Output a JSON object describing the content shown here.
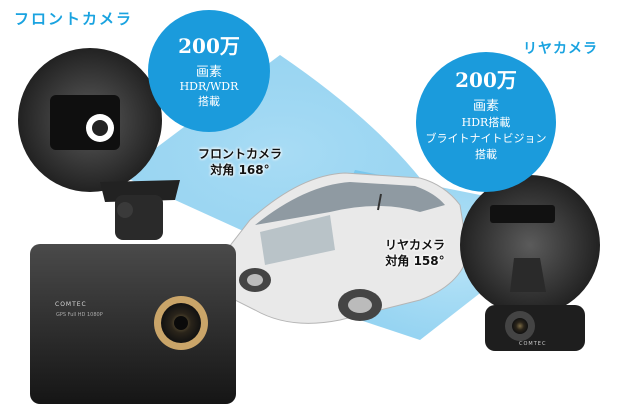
{
  "front": {
    "title": "フロントカメラ",
    "bubble": {
      "resolution": "200万",
      "unit": "画素",
      "feature": "HDR/WDR",
      "equipped": "搭載"
    },
    "angle_label": "フロントカメラ",
    "angle_value": "対角 168°"
  },
  "rear": {
    "title": "リヤカメラ",
    "bubble": {
      "resolution": "200万",
      "unit": "画素",
      "feature1": "HDR搭載",
      "feature2": "ブライトナイトビジョン",
      "equipped": "搭載"
    },
    "angle_label": "リヤカメラ",
    "angle_value": "対角 158°"
  },
  "device": {
    "brand": "COMTEC",
    "spec": "GPS  Full HD 1080P",
    "rear_brand": "COMTEC"
  },
  "colors": {
    "accent": "#1b9bdc",
    "fov": "#7ecbee"
  }
}
